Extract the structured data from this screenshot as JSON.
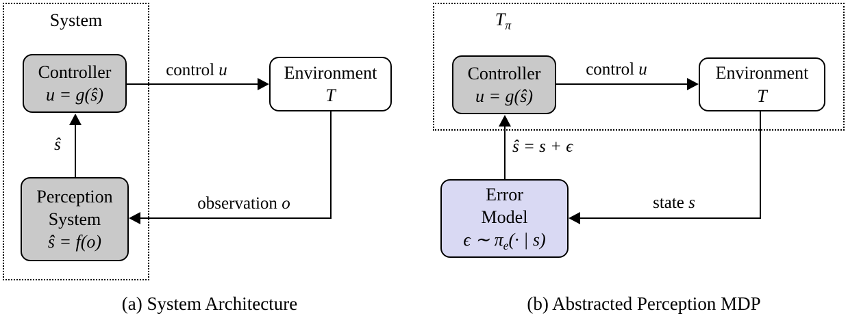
{
  "figure": {
    "panel_a": {
      "caption": "(a) System Architecture",
      "frame_label": "System",
      "controller": {
        "title": "Controller",
        "formula": "u = g(ŝ)"
      },
      "environment": {
        "title": "Environment",
        "formula": "T"
      },
      "perception": {
        "line1": "Perception",
        "line2": "System",
        "formula": "ŝ = f(o)"
      },
      "labels": {
        "control_text": "control",
        "control_var": "u",
        "observation_text": "observation",
        "observation_var": "o",
        "estimate": "ŝ"
      }
    },
    "panel_b": {
      "caption": "(b) Abstracted Perception MDP",
      "frame_label": {
        "base": "T",
        "sub": "π"
      },
      "controller": {
        "title": "Controller",
        "formula": "u = g(ŝ)"
      },
      "environment": {
        "title": "Environment",
        "formula": "T"
      },
      "error_model": {
        "line1": "Error",
        "line2": "Model",
        "formula_pre": "ϵ ∼ π",
        "formula_sub": "e",
        "formula_post": "(· | s)"
      },
      "labels": {
        "control_text": "control",
        "control_var": "u",
        "state_text": "state",
        "state_var": "s",
        "estimate": "ŝ = s + ϵ"
      }
    },
    "colors": {
      "node_gray": "#c9c9c9",
      "node_lavender": "#d9d9f3",
      "line": "#000000",
      "canvas_bg": "#ffffff"
    }
  }
}
